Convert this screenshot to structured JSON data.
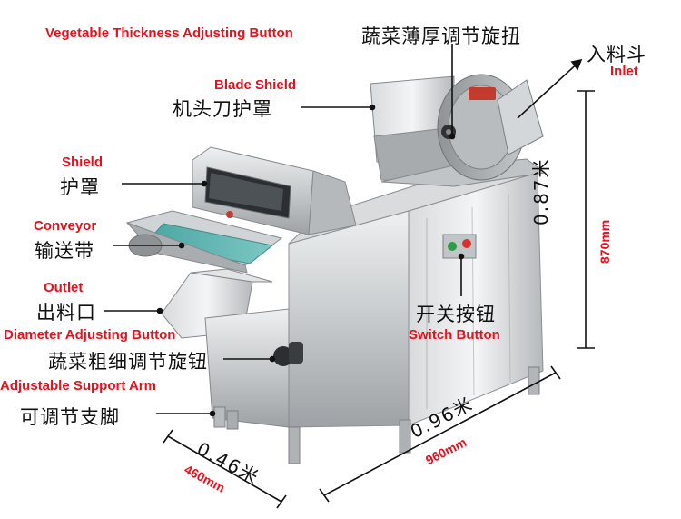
{
  "labels": {
    "thickness_en": "Vegetable Thickness Adjusting Button",
    "thickness_zh": "蔬菜薄厚调节旋扭",
    "inlet_zh": "入料斗",
    "inlet_en": "Inlet",
    "blade_shield_en": "Blade Shield",
    "blade_shield_zh": "机头刀护罩",
    "shield_en": "Shield",
    "shield_zh": "护罩",
    "conveyor_en": "Conveyor",
    "conveyor_zh": "输送带",
    "outlet_en": "Outlet",
    "outlet_zh": "出料口",
    "diameter_en": "Diameter Adjusting Button",
    "diameter_zh": "蔬菜粗细调节旋钮",
    "support_en": "Adjustable Support Arm",
    "support_zh": "可调节支脚",
    "switch_zh": "开关按钮",
    "switch_en": "Switch Button"
  },
  "dimensions": {
    "height_zh": "0.87米",
    "height_mm": "870mm",
    "length_zh": "0.96米",
    "length_mm": "960mm",
    "width_zh": "0.46米",
    "width_mm": "460mm"
  },
  "colors": {
    "label_en": "#e8101c",
    "label_zh": "#111111",
    "steel": "#c9cbcd",
    "belt": "#5fb3b0"
  }
}
